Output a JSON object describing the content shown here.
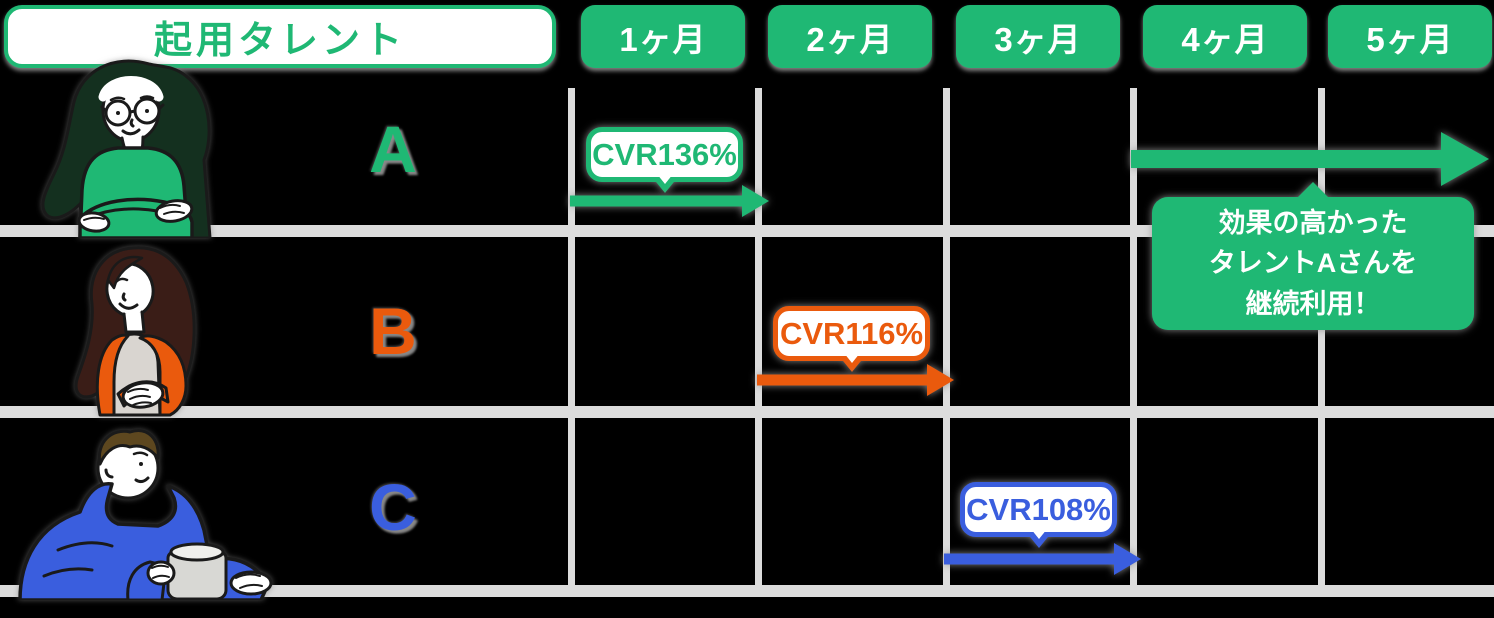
{
  "header": {
    "talent_label": "起用タレント",
    "months": [
      "1ヶ月",
      "2ヶ月",
      "3ヶ月",
      "4ヶ月",
      "5ヶ月"
    ]
  },
  "rows": [
    {
      "letter": "A",
      "cvr_label": "CVR136%",
      "color": "#1fb874",
      "arrow_month": "1ヶ月",
      "illustration": "woman-glasses-green-sweater"
    },
    {
      "letter": "B",
      "cvr_label": "CVR116%",
      "color": "#ea5a0d",
      "arrow_month": "2ヶ月",
      "illustration": "woman-orange-cardigan"
    },
    {
      "letter": "C",
      "cvr_label": "CVR108%",
      "color": "#3a5ede",
      "arrow_month": "3ヶ月",
      "illustration": "man-blue-hoodie-mug"
    }
  ],
  "callout": {
    "lines": [
      "効果の高かった",
      "タレントAさんを",
      "継続利用！"
    ],
    "color": "#1fb874",
    "arrow_span_months": [
      "4ヶ月",
      "5ヶ月"
    ]
  },
  "colors": {
    "green": "#1fb874",
    "orange": "#ea5a0d",
    "blue": "#3a5ede",
    "grid_line": "#dcdcdc",
    "background": "#000000",
    "badge_bg": "#ffffff"
  }
}
